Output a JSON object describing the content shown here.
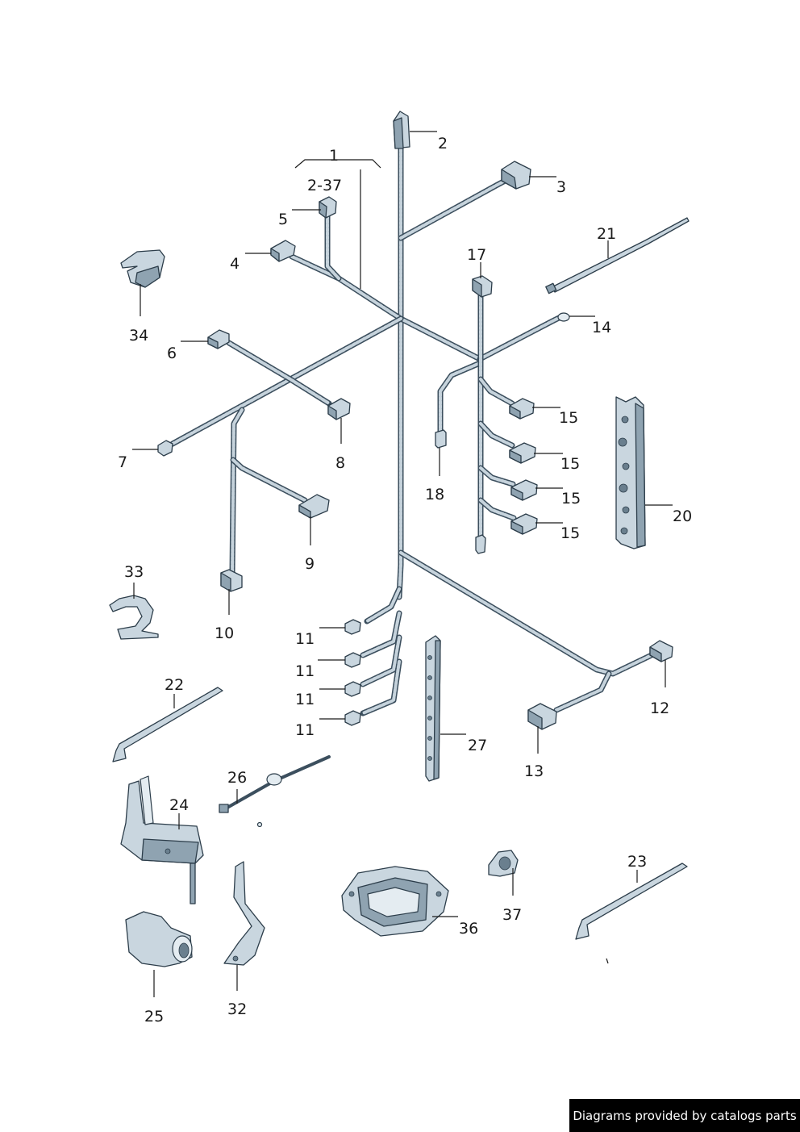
{
  "footer": {
    "text": "Diagrams provided by catalogs parts"
  },
  "colors": {
    "wire": "#3c4f5e",
    "part": "#c9d6df",
    "outline": "#2c3d4a",
    "footer_bg": "#000000"
  },
  "callouts": {
    "c1": "1",
    "c1range": "2-37",
    "c2": "2",
    "c3": "3",
    "c4": "4",
    "c5": "5",
    "c6": "6",
    "c7": "7",
    "c8": "8",
    "c9": "9",
    "c10": "10",
    "c11a": "11",
    "c11b": "11",
    "c11c": "11",
    "c11d": "11",
    "c12": "12",
    "c13": "13",
    "c14": "14",
    "c15a": "15",
    "c15b": "15",
    "c15c": "15",
    "c15d": "15",
    "c17": "17",
    "c18": "18",
    "c20": "20",
    "c21": "21",
    "c22": "22",
    "c23": "23",
    "c24": "24",
    "c25": "25",
    "c26": "26",
    "c27": "27",
    "c32": "32",
    "c33": "33",
    "c34": "34",
    "c36": "36",
    "c37": "37"
  }
}
